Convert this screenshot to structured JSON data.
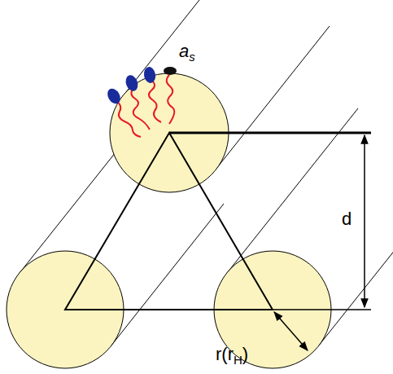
{
  "diagram": {
    "labels": [
      "as",
      "d",
      "r(rH)"
    ]
  }
}
